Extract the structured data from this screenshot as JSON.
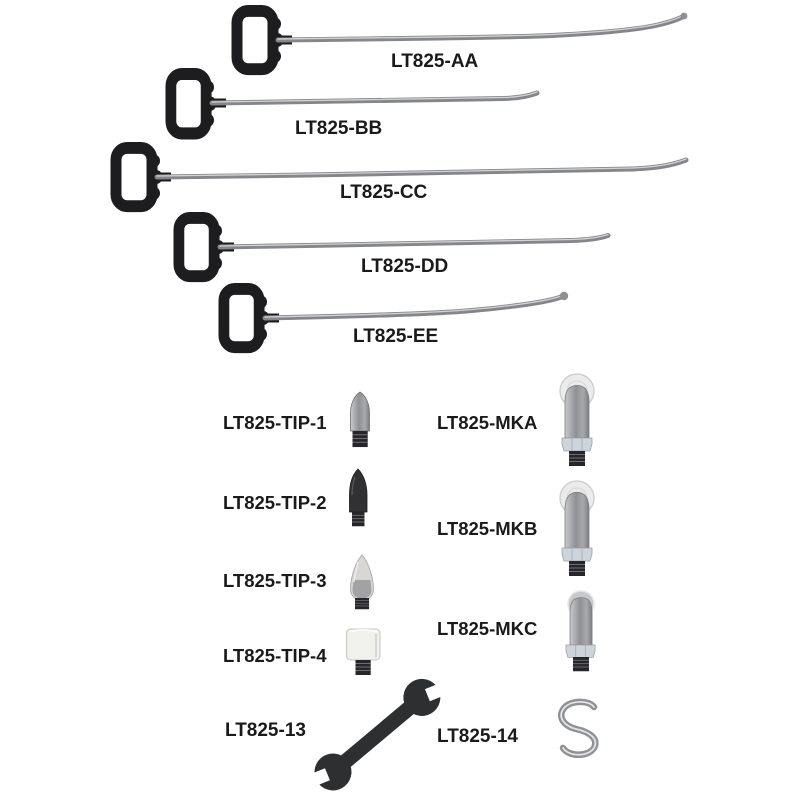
{
  "colors": {
    "background": "#ffffff",
    "handle_black": "#1d1d1f",
    "rod_metal": "#8a8c8f",
    "rod_highlight": "#d2d3d5",
    "label_text": "#1a1a1a",
    "black_plastic": "#2e2f31",
    "white_plastic": "#f0f0ed",
    "translucent_plastic": "#d8d7d4",
    "nut_metal": "#ccd3da",
    "thread_black": "#26262a"
  },
  "rods": [
    {
      "id": "lt825-aa",
      "label": "LT825-AA",
      "shape": "long rod, black T-handle, sharp upturned hook tip"
    },
    {
      "id": "lt825-bb",
      "label": "LT825-BB",
      "shape": "medium rod, black T-handle, slight bent tip"
    },
    {
      "id": "lt825-cc",
      "label": "LT825-CC",
      "shape": "longest rod, black T-handle, bent tip"
    },
    {
      "id": "lt825-dd",
      "label": "LT825-DD",
      "shape": "medium-long rod, black T-handle, slight bent tip"
    },
    {
      "id": "lt825-ee",
      "label": "LT825-EE",
      "shape": "medium rod, black T-handle, curved ball tip"
    }
  ],
  "tips": [
    {
      "id": "lt825-tip-1",
      "label": "LT825-TIP-1",
      "shape": "metal bullet screw-on tip"
    },
    {
      "id": "lt825-tip-2",
      "label": "LT825-TIP-2",
      "shape": "black pointed bullet screw-on tip"
    },
    {
      "id": "lt825-tip-3",
      "label": "LT825-TIP-3",
      "shape": "translucent cone screw-on tip"
    },
    {
      "id": "lt825-tip-4",
      "label": "LT825-TIP-4",
      "shape": "white flat cylinder screw-on tip"
    }
  ],
  "knockdowns": [
    {
      "id": "lt825-mka",
      "label": "LT825-MKA",
      "shape": "knockdown adapter, white roller disc, hex nut, threaded stud"
    },
    {
      "id": "lt825-mkb",
      "label": "LT825-MKB",
      "shape": "knockdown adapter, white roller disc, longer body, hex nut, threaded stud"
    },
    {
      "id": "lt825-mkc",
      "label": "LT825-MKC",
      "shape": "knockdown adapter, small gray disc, hex nut, threaded stud"
    }
  ],
  "accessories": [
    {
      "id": "lt825-13",
      "label": "LT825-13",
      "shape": "black double open-end wrench"
    },
    {
      "id": "lt825-14",
      "label": "LT825-14",
      "shape": "metal s-hook"
    }
  ]
}
